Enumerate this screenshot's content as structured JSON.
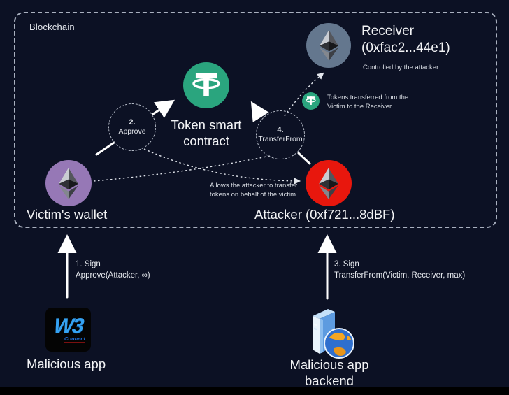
{
  "colors": {
    "background": "#0c1124",
    "panel_border": "#a9b0bf",
    "tether_green": "#2aa57e",
    "victim_purple": "#9678b6",
    "receiver_slate": "#64778e",
    "attacker_red": "#e8170d",
    "arrow_white": "#ffffff"
  },
  "blockchain": {
    "label": "Blockchain",
    "receiver": {
      "title": "Receiver",
      "address": "(0xfac2...44e1)",
      "note": "Controlled by the attacker"
    },
    "token_contract": {
      "line1": "Token smart",
      "line2": "contract"
    },
    "victim": {
      "label": "Victim's wallet"
    },
    "attacker": {
      "label": "Attacker (0xf721...8dBF)"
    },
    "step2": {
      "number": "2.",
      "label": "Approve"
    },
    "step4": {
      "number": "4.",
      "label": "TransferFrom"
    },
    "transfer_note": {
      "line1": "Tokens transferred from the",
      "line2": "Victim to the Receiver"
    },
    "allowance_note": {
      "line1": "Allows the attacker to transfer",
      "line2": "tokens on behalf of the victim"
    }
  },
  "actions": {
    "step1": {
      "line1": "1. Sign",
      "line2": "Approve(Attacker, ∞)"
    },
    "step3": {
      "line1": "3. Sign",
      "line2": "TransferFrom(Victim, Receiver, max)"
    }
  },
  "apps": {
    "malicious_app": {
      "label": "Malicious app",
      "logo_text": "W3",
      "logo_sub": "Connect"
    },
    "backend": {
      "line1": "Malicious app",
      "line2": "backend"
    }
  }
}
